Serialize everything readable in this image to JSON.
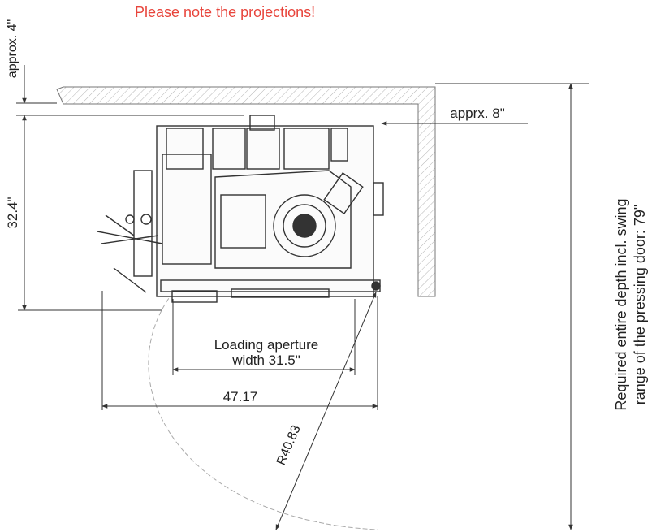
{
  "note": "Please note the projections!",
  "dimensions": {
    "wall_gap": "approx. 4\"",
    "side_clearance": "apprx. 8\"",
    "machine_depth": "32.4\"",
    "loading_aperture_line1": "Loading aperture",
    "loading_aperture_line2": "width 31.5\"",
    "overall_width": "47.17",
    "door_radius": "R40.83",
    "total_depth_line1": "Required entire depth incl. swing",
    "total_depth_line2": "range of the pressing door: 79\""
  },
  "colors": {
    "note": "#e8453c",
    "lines": "#333333",
    "hatch": "#b5b5b5"
  }
}
